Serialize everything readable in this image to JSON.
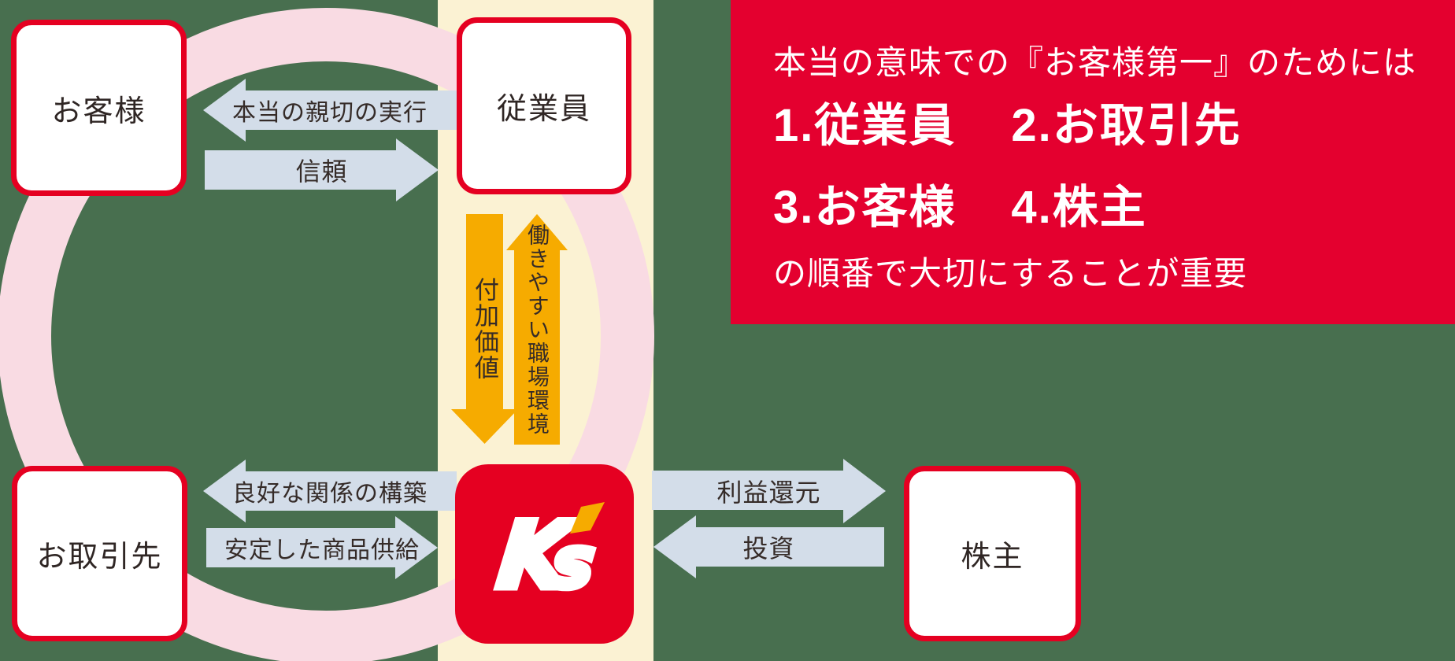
{
  "colors": {
    "background": "#486f4f",
    "band": "#fbf2d3",
    "ring": "#f9dbe3",
    "node_border_red": "#e50021",
    "panel_red": "#e4002f",
    "arrow_blue": "#d3dde9",
    "arrow_orange": "#f6ab00",
    "text_dark": "#2f2624",
    "logo_accent": "#f6ab00"
  },
  "nodes": {
    "customer": {
      "label": "お客様"
    },
    "employee": {
      "label": "従業員"
    },
    "supplier": {
      "label": "お取引先"
    },
    "shareholder": {
      "label": "株主"
    },
    "company": {
      "logo_text": "K's",
      "logo_k": "K",
      "logo_s": "s"
    }
  },
  "arrows": {
    "kindness": {
      "label": "本当の親切の実行",
      "direction": "left",
      "from": "employee",
      "to": "customer"
    },
    "trust": {
      "label": "信頼",
      "direction": "right",
      "from": "customer",
      "to": "employee"
    },
    "added_value": {
      "label": "付加価値",
      "direction": "down",
      "from": "employee",
      "to": "company"
    },
    "workplace": {
      "label": "働きやすい職場環境",
      "direction": "up",
      "from": "company",
      "to": "employee"
    },
    "relationship": {
      "label": "良好な関係の構築",
      "direction": "left",
      "from": "company",
      "to": "supplier"
    },
    "supply": {
      "label": "安定した商品供給",
      "direction": "right",
      "from": "supplier",
      "to": "company"
    },
    "profit": {
      "label": "利益還元",
      "direction": "right",
      "from": "company",
      "to": "shareholder"
    },
    "investment": {
      "label": "投資",
      "direction": "left",
      "from": "shareholder",
      "to": "company"
    }
  },
  "panel": {
    "line1": "本当の意味での『お客様第一』のためには",
    "ranks": [
      [
        "1.従業員",
        "2.お取引先"
      ],
      [
        "3.お客様",
        "4.株主"
      ]
    ],
    "line4": "の順番で大切にすることが重要"
  }
}
